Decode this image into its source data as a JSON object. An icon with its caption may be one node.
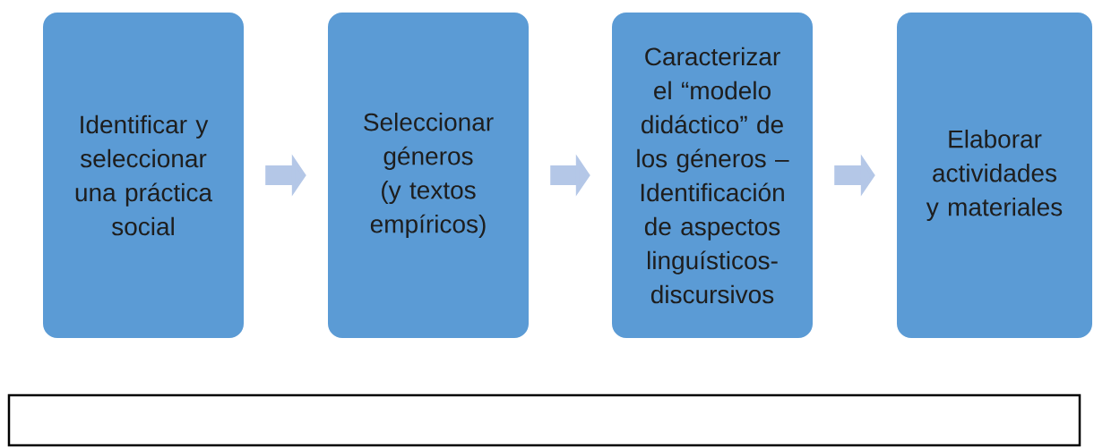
{
  "diagram": {
    "nodes": [
      {
        "text": [
          "Identificar y seleccionar una práctica social"
        ]
      },
      {
        "text": [
          "Seleccionar géneros (y textos empíricos)"
        ]
      },
      {
        "text": [
          "Caracterizar el “modelo didáctico” de los géneros – Identificación de aspectos linguísticos-discursivos"
        ]
      },
      {
        "text": [
          "Elaborar actividades y materiales"
        ]
      },
      {
        "text": [],
        "shape": "box"
      }
    ],
    "edges": [
      {
        "from": 0,
        "to": 1,
        "arrow": "to"
      },
      {
        "from": 1,
        "to": 2,
        "arrow": "to"
      },
      {
        "from": 2,
        "to": 3,
        "arrow": "to"
      }
    ]
  }
}
